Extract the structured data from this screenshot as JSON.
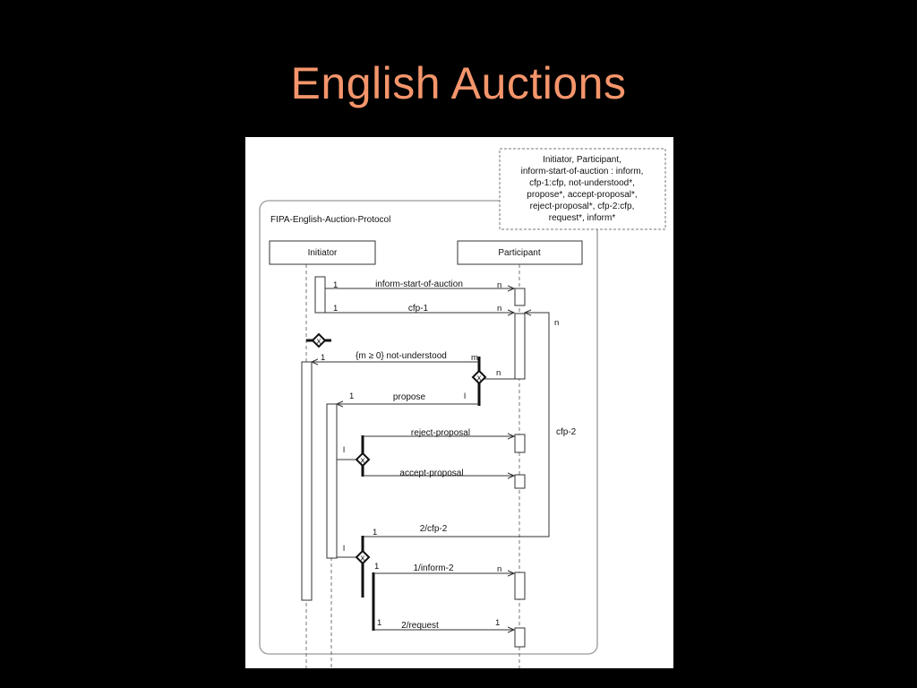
{
  "slide": {
    "title": "English Auctions"
  },
  "diagram": {
    "protocol_name": "FIPA-English-Auction-Protocol",
    "note_lines": [
      "Initiator, Participant,",
      "inform-start-of-auction : inform,",
      "cfp-1:cfp, not-understood*,",
      "propose*, accept-proposal*,",
      "reject-proposal*, cfp-2:cfp,",
      "request*, inform*"
    ],
    "roles": {
      "initiator": "Initiator",
      "participant": "Participant"
    },
    "messages": {
      "inform_start": "inform-start-of-auction",
      "cfp1": "cfp-1",
      "not_understood": "{m ≥ 0} not-understood",
      "propose": "propose",
      "reject": "reject-proposal",
      "accept": "accept-proposal",
      "cfp2_loop": "cfp-2",
      "cfp2_msg": "2/cfp-2",
      "inform2": "1/inform-2",
      "request": "2/request"
    },
    "cardinalities": {
      "one": "1",
      "n": "n",
      "m": "m",
      "l": "l"
    },
    "decision_symbol": "x"
  }
}
